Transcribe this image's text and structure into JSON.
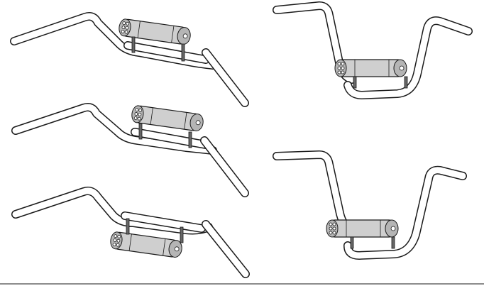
{
  "figure": {
    "panels": [
      {
        "id": "panel-1",
        "variant": "low-rise-bar-speaker-top"
      },
      {
        "id": "panel-2",
        "variant": "low-rise-bar-speaker-top-forward"
      },
      {
        "id": "panel-3",
        "variant": "low-rise-bar-speaker-under"
      },
      {
        "id": "panel-4",
        "variant": "ape-hanger-bar-speaker-front"
      },
      {
        "id": "panel-5",
        "variant": "tall-ape-hanger-bar-speaker-front"
      }
    ],
    "colors": {
      "line": "#1a1a1a",
      "speaker_body": "#cfcfcf",
      "speaker_cap": "#b5b5b5",
      "background": "#ffffff"
    }
  }
}
